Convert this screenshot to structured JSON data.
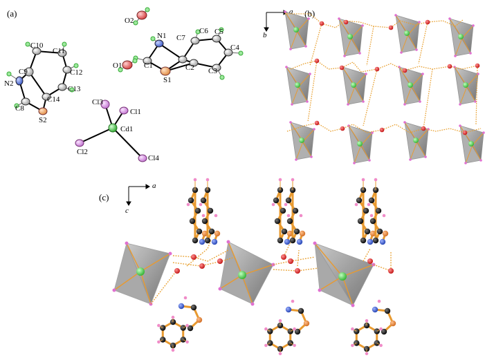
{
  "panels": {
    "a": {
      "label": "(a)",
      "atoms": [
        "C10",
        "C11",
        "C9",
        "C12",
        "N2",
        "C13",
        "C14",
        "C8",
        "S2",
        "O2",
        "N1",
        "C7",
        "C6",
        "C5",
        "C4",
        "O1",
        "C1",
        "C2",
        "C3",
        "S1",
        "Cl3",
        "Cl1",
        "Cd1",
        "Cl2",
        "Cl4"
      ]
    },
    "b": {
      "label": "(b)",
      "axis_h": "a",
      "axis_v": "b"
    },
    "c": {
      "label": "(c)",
      "axis_h": "a",
      "axis_v": "c"
    }
  },
  "colors": {
    "carbon": "#bdbdbd",
    "nitrogen": "#4a6bd6",
    "sulfur": "#f0a060",
    "oxygen": "#e05050",
    "chlorine": "#d78be0",
    "cadmium": "#4cc24c",
    "tetrahedron": "#9a9a9a",
    "hbond": "#e8a030",
    "atom_black": "#111111",
    "hydrogen": "#f08cc8"
  }
}
